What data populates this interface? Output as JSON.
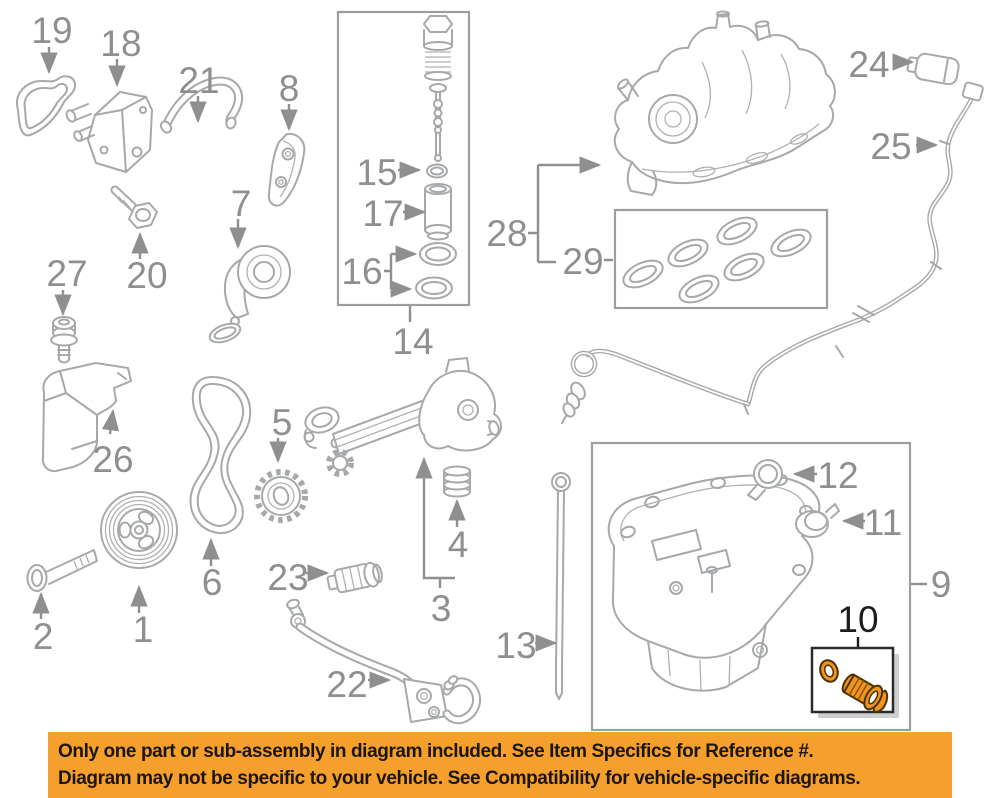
{
  "diagram": {
    "type": "exploded-engine-parts-diagram",
    "background": "#ffffff",
    "line_color": "#a6a9ab",
    "callout_color": "#8d8f91",
    "highlight_fill": "#F0941F",
    "highlight_outline": "#4a3200",
    "highlighted_callout": "10"
  },
  "callouts": [
    {
      "num": "1"
    },
    {
      "num": "2"
    },
    {
      "num": "3"
    },
    {
      "num": "4"
    },
    {
      "num": "5"
    },
    {
      "num": "6"
    },
    {
      "num": "7"
    },
    {
      "num": "8"
    },
    {
      "num": "9"
    },
    {
      "num": "10",
      "highlighted": true
    },
    {
      "num": "11"
    },
    {
      "num": "12"
    },
    {
      "num": "13"
    },
    {
      "num": "14"
    },
    {
      "num": "15"
    },
    {
      "num": "16"
    },
    {
      "num": "17"
    },
    {
      "num": "18"
    },
    {
      "num": "19"
    },
    {
      "num": "20"
    },
    {
      "num": "21"
    },
    {
      "num": "22"
    },
    {
      "num": "23"
    },
    {
      "num": "24"
    },
    {
      "num": "25"
    },
    {
      "num": "26"
    },
    {
      "num": "27"
    },
    {
      "num": "28"
    },
    {
      "num": "29"
    }
  ],
  "banner": {
    "bg": "#F5A02D",
    "text_color": "#1b150e",
    "line1": "Only one part or sub-assembly in diagram included. See Item Specifics for Reference #.",
    "line2": "Diagram may not be specific to your vehicle. See Compatibility for vehicle-specific diagrams."
  }
}
